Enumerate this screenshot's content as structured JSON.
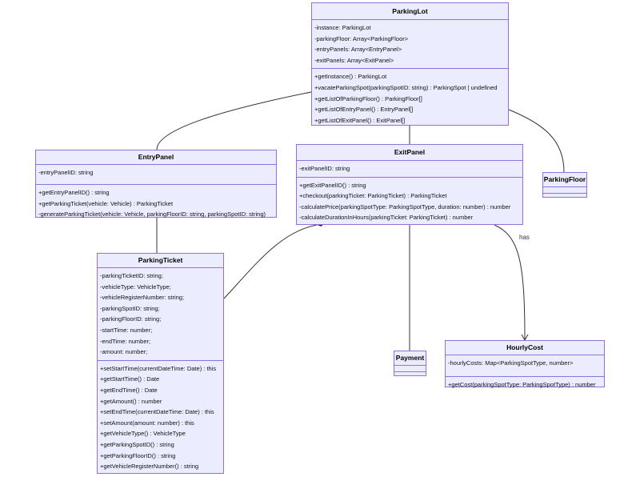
{
  "classes": {
    "parkingLot": {
      "name": "ParkingLot",
      "attributes": [
        "-instance: ParkingLot",
        "-parkingFloor: Array<ParkingFloor>",
        "-entryPanels: Array<EntryPanel>",
        "-exitPanels: Array<ExitPanel>"
      ],
      "methods": [
        "+getInstance() : ParkingLot",
        "+vacateParkingSpot(parkingSpotID: string) : ParkingSpot | undefined",
        "+getListOfParkingFloor() : ParkingFloor[]",
        "+getListOfEntryPanel() : EntryPanel[]",
        "+getListOfExitPanel() : ExitPanel[]"
      ]
    },
    "entryPanel": {
      "name": "EntryPanel",
      "attributes": [
        "-entryPanelID: string"
      ],
      "methods": [
        "+getEntryPanelID() : string",
        "+getParkingTicket(vehicle: Vehicle) : ParkingTicket",
        "-generateParkingTicket(vehicle: Vehicle, parkingFloorID: string, parkingSpotID: string)"
      ]
    },
    "exitPanel": {
      "name": "ExitPanel",
      "attributes": [
        "-exitPanelID: string"
      ],
      "methods": [
        "+getExitPanelID() : string",
        "+checkout(parkingTicket: ParkingTicket) : ParkingTicket",
        "-calculatePrice(parkingSpotType: ParkingSpotType, duration: number) : number",
        "-calculateDurationInHours(parkingTicket: ParkingTicket) : number"
      ]
    },
    "parkingFloor": {
      "name": "ParkingFloor",
      "attributes": [],
      "methods": []
    },
    "parkingTicket": {
      "name": "ParkingTicket",
      "attributes": [
        "-parkingTicketID: string;",
        "-vehicleType: VehicleType;",
        "-vehicleRegisterNumber: string;",
        "-parkingSpotID: string;",
        "-parkingFloorID: string;",
        "-startTime: number;",
        "-endTime: number;",
        "-amount: number;"
      ],
      "methods": [
        "+setStartTime(currentDateTime: Date) : this",
        "+getStartTime() : Date",
        "+getEndTime() : Date",
        "+getAmount() : number",
        "+setEndTime(currentDateTime: Date) : this",
        "+setAmount(amount: number) : this",
        "+getVehicleType() : VehicleType",
        "+getParkingSpotID() : string",
        "+getParkingFloorID() : string",
        "+getVehicleRegisterNumber() : string"
      ]
    },
    "payment": {
      "name": "Payment",
      "attributes": [],
      "methods": []
    },
    "hourlyCost": {
      "name": "HourlyCost",
      "attributes": [
        "-hourlyCosts: Map<ParkingSpotType, number>"
      ],
      "methods": [
        "+getCost(parkingSpotType: ParkingSpotType) : number"
      ]
    }
  },
  "edges": {
    "exitpanel_hourlycost_label": "has"
  },
  "colors": {
    "box_fill": "#ECECFF",
    "box_stroke": "#9370DB",
    "line": "#333333"
  }
}
